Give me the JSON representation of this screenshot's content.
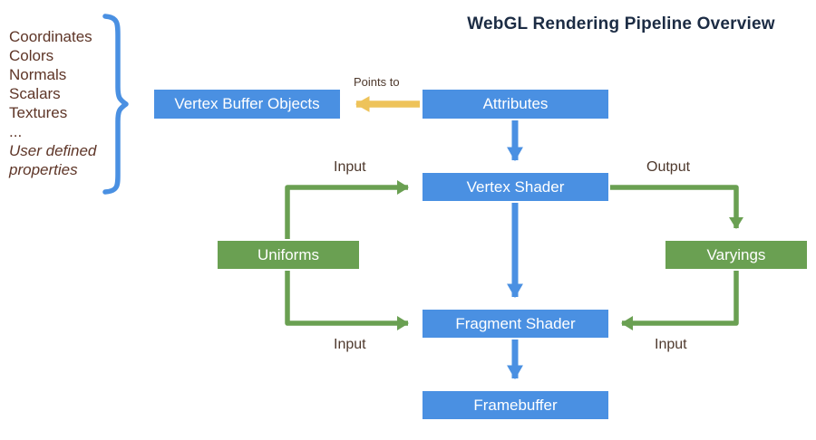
{
  "title": "WebGL Rendering Pipeline Overview",
  "input_list": {
    "items": [
      "Coordinates",
      "Colors",
      "Normals",
      "Scalars",
      "Textures",
      "..."
    ],
    "italic_items": [
      "User defined",
      "properties"
    ]
  },
  "nodes": {
    "vertex_buffer_objects": {
      "label": "Vertex Buffer Objects"
    },
    "attributes": {
      "label": "Attributes"
    },
    "vertex_shader": {
      "label": "Vertex Shader"
    },
    "fragment_shader": {
      "label": "Fragment Shader"
    },
    "framebuffer": {
      "label": "Framebuffer"
    },
    "uniforms": {
      "label": "Uniforms"
    },
    "varyings": {
      "label": "Varyings"
    }
  },
  "edge_labels": {
    "points_to": "Points to",
    "uniforms_to_vertex": "Input",
    "uniforms_to_fragment": "Input",
    "vertex_to_varyings": "Output",
    "varyings_to_fragment": "Input"
  },
  "colors": {
    "node_blue": "#4a90e2",
    "node_green": "#6aa052",
    "arrow_blue": "#4a90e2",
    "arrow_green": "#6aa052",
    "arrow_yellow": "#eec35a",
    "brace_blue": "#4a90e2",
    "title_text": "#1c2c44",
    "list_text": "#5e3527",
    "label_text": "#4e392d"
  }
}
